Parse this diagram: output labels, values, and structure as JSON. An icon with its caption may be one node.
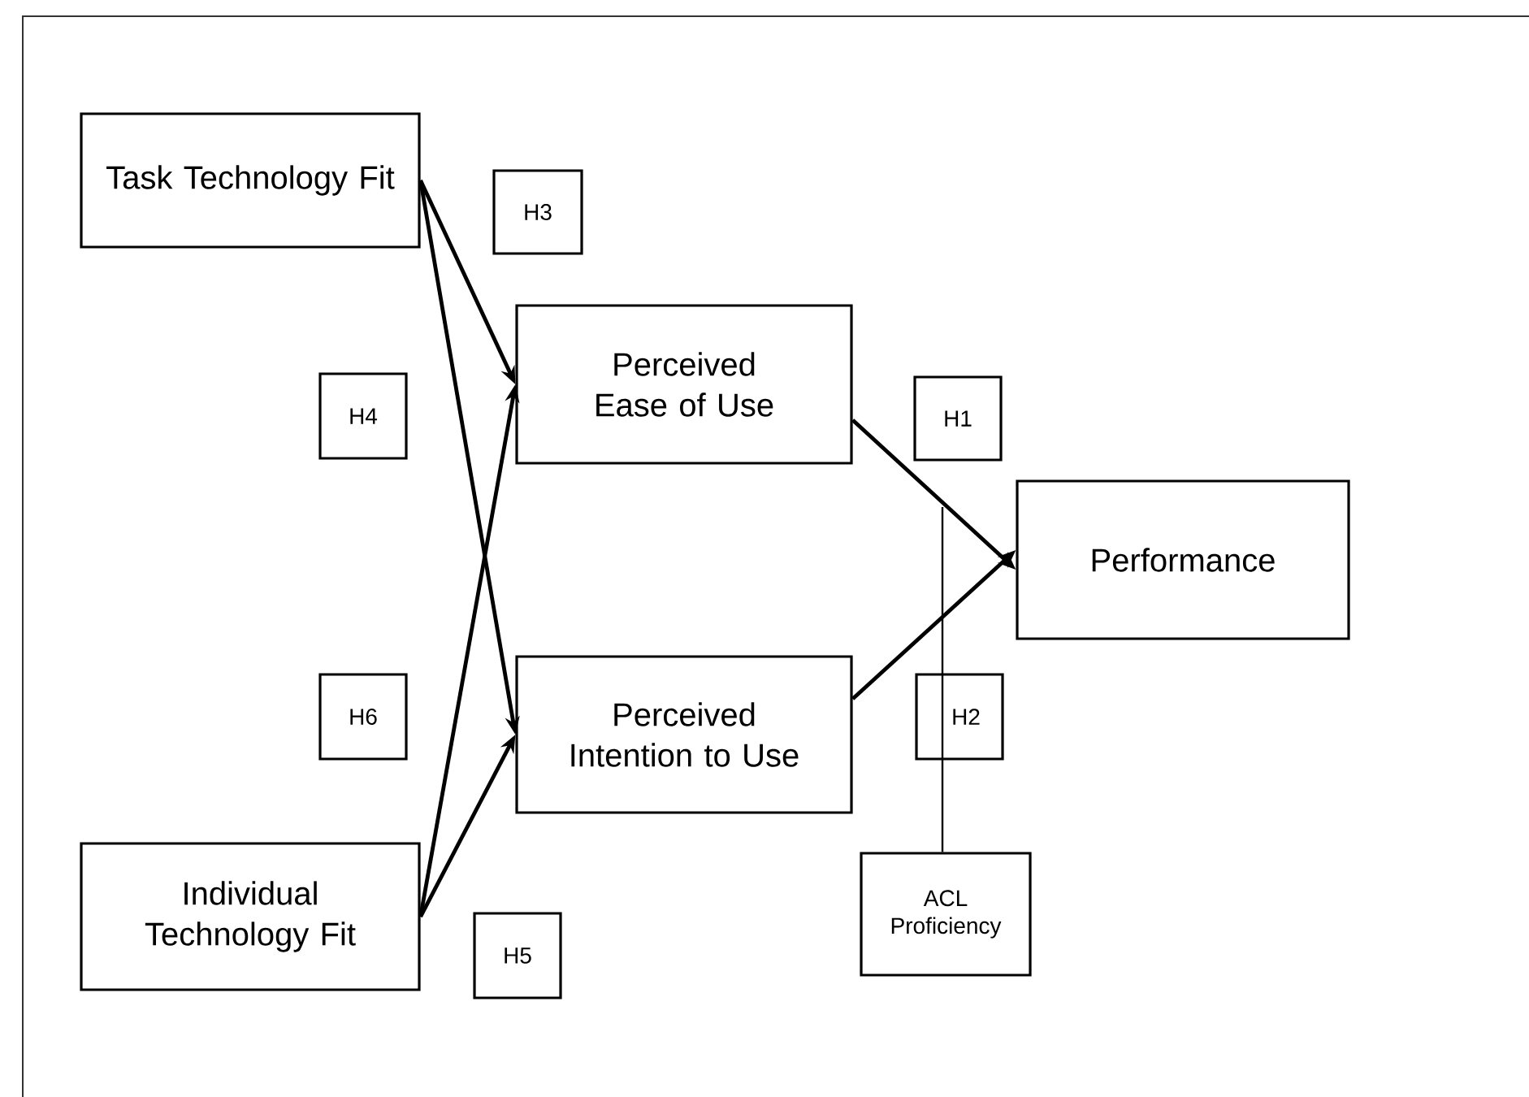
{
  "diagram": {
    "nodes": [
      {
        "text": [
          "Task Technology Fit"
        ]
      },
      {
        "text": [
          "H3"
        ]
      },
      {
        "text": [
          "H4"
        ]
      },
      {
        "text": [
          "Perceived Ease of Use"
        ]
      },
      {
        "text": [
          "H1"
        ]
      },
      {
        "text": [
          "Performance"
        ]
      },
      {
        "text": [
          "H6"
        ]
      },
      {
        "text": [
          "Perceived Intention to Use"
        ]
      },
      {
        "text": [
          "H2"
        ]
      },
      {
        "text": [
          "Individual Technology Fit"
        ]
      },
      {
        "text": [
          "H5"
        ]
      },
      {
        "text": [
          "ACL Proficiency"
        ]
      }
    ],
    "edges": [
      {
        "from": 0,
        "to": 3,
        "arrow": "to"
      },
      {
        "from": 0,
        "to": 7,
        "arrow": "to"
      },
      {
        "from": 9,
        "to": 3,
        "arrow": "to"
      },
      {
        "from": 9,
        "to": 7,
        "arrow": "to"
      },
      {
        "from": 3,
        "to": 5,
        "arrow": "to"
      },
      {
        "from": 7,
        "to": 5,
        "arrow": "to"
      },
      {
        "from": 11,
        "to": null,
        "arrow": "none"
      }
    ]
  }
}
